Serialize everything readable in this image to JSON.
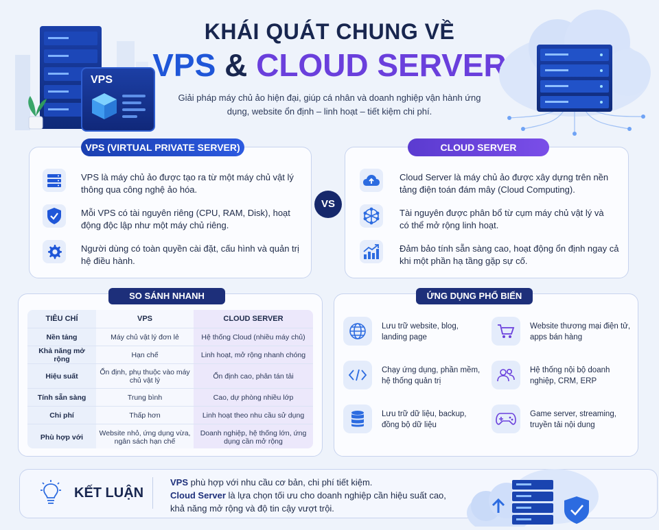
{
  "header": {
    "title_line1": "KHÁI QUÁT CHUNG VỀ",
    "title_vps": "VPS",
    "title_amp": "&",
    "title_cloud": "CLOUD SERVER",
    "subtitle": "Giải pháp máy chủ ảo hiện đại, giúp cá nhân và doanh nghiệp vận hành ứng dụng, website ổn định – linh hoạt – tiết kiệm chi phí.",
    "vps_label": "VPS"
  },
  "vps_card": {
    "heading": "VPS (VIRTUAL PRIVATE SERVER)",
    "items": [
      {
        "icon": "server-icon",
        "text": "VPS là máy chủ ảo được tạo ra từ một máy chủ vật lý thông qua công nghệ ảo hóa."
      },
      {
        "icon": "shield-check-icon",
        "text": "Mỗi VPS có tài nguyên riêng (CPU, RAM, Disk), hoạt động độc lập như một máy chủ riêng."
      },
      {
        "icon": "gear-icon",
        "text": "Người dùng có toàn quyền cài đặt, cấu hình và quản trị hệ điều hành."
      }
    ]
  },
  "vs_label": "VS",
  "cloud_card": {
    "heading": "CLOUD SERVER",
    "items": [
      {
        "icon": "cloud-upload-icon",
        "text": "Cloud Server là máy chủ ảo được xây dựng trên nền tảng điện toán đám mây (Cloud Computing)."
      },
      {
        "icon": "network-icon",
        "text": "Tài nguyên được phân bổ từ cụm máy chủ vật lý và có thể mở rộng linh hoạt."
      },
      {
        "icon": "chart-up-icon",
        "text": "Đảm bảo tính sẵn sàng cao, hoạt động ổn định ngay cả khi một phần hạ tầng gặp sự cố."
      }
    ]
  },
  "comparison": {
    "heading": "SO SÁNH NHANH",
    "columns": [
      "TIÊU CHÍ",
      "VPS",
      "CLOUD SERVER"
    ],
    "rows": [
      [
        "Nền tảng",
        "Máy chủ vật lý đơn lẻ",
        "Hệ thống Cloud (nhiều máy chủ)"
      ],
      [
        "Khả năng mở rộng",
        "Hạn chế",
        "Linh hoạt, mở rộng nhanh chóng"
      ],
      [
        "Hiệu suất",
        "Ổn định, phụ thuộc vào máy chủ vật lý",
        "Ổn định cao, phân tán tải"
      ],
      [
        "Tính sẵn sàng",
        "Trung bình",
        "Cao, dự phòng nhiều lớp"
      ],
      [
        "Chi phí",
        "Thấp hơn",
        "Linh hoạt theo nhu cầu sử dụng"
      ],
      [
        "Phù hợp với",
        "Website nhỏ, ứng dụng vừa, ngân sách hạn chế",
        "Doanh nghiệp, hệ thống lớn, ứng dụng cần mở rộng"
      ]
    ]
  },
  "applications": {
    "heading": "ỨNG DỤNG PHỔ BIẾN",
    "items": [
      {
        "icon": "globe-icon",
        "text": "Lưu trữ website, blog, landing page"
      },
      {
        "icon": "cart-icon",
        "text": "Website thương mại điện tử, apps bán hàng"
      },
      {
        "icon": "code-icon",
        "text": "Chạy ứng dụng, phần mềm, hệ thống quản trị"
      },
      {
        "icon": "users-icon",
        "text": "Hệ thống nội bộ doanh nghiệp, CRM, ERP"
      },
      {
        "icon": "database-icon",
        "text": "Lưu trữ dữ liệu, backup, đồng bộ dữ liệu"
      },
      {
        "icon": "gamepad-icon",
        "text": "Game server, streaming, truyền tải nội dung"
      }
    ]
  },
  "conclusion": {
    "heading": "KẾT LUẬN",
    "vps_strong": "VPS",
    "vps_text": " phù hợp với nhu cầu cơ bản, chi phí tiết kiệm.",
    "cloud_strong": "Cloud Server",
    "cloud_text": " là lựa chọn tối ưu cho doanh nghiệp cần hiệu suất cao, khả năng mở rộng và độ tin cậy vượt trội."
  },
  "colors": {
    "primary": "#1f56d8",
    "purple": "#6a3fdc",
    "navy": "#18264f"
  }
}
